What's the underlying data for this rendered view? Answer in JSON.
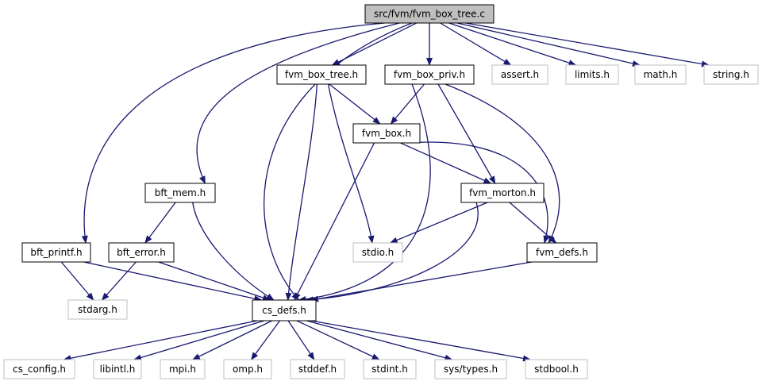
{
  "colors": {
    "edge": "#191970",
    "root_fill": "#bfbfbf",
    "node_border_strong": "#000000",
    "node_border_weak": "#bfbfbf",
    "text": "#000000",
    "background": "#ffffff"
  },
  "nodes": [
    {
      "id": "root",
      "label": "src/fvm/fvm_box_tree.c",
      "kind": "root"
    },
    {
      "id": "fvm_box_tree_h",
      "label": "fvm_box_tree.h",
      "kind": "internal"
    },
    {
      "id": "fvm_box_priv_h",
      "label": "fvm_box_priv.h",
      "kind": "internal"
    },
    {
      "id": "assert_h",
      "label": "assert.h",
      "kind": "external"
    },
    {
      "id": "limits_h",
      "label": "limits.h",
      "kind": "external"
    },
    {
      "id": "math_h",
      "label": "math.h",
      "kind": "external"
    },
    {
      "id": "string_h",
      "label": "string.h",
      "kind": "external"
    },
    {
      "id": "fvm_box_h",
      "label": "fvm_box.h",
      "kind": "internal"
    },
    {
      "id": "bft_mem_h",
      "label": "bft_mem.h",
      "kind": "internal"
    },
    {
      "id": "fvm_morton_h",
      "label": "fvm_morton.h",
      "kind": "internal"
    },
    {
      "id": "bft_printf_h",
      "label": "bft_printf.h",
      "kind": "internal"
    },
    {
      "id": "bft_error_h",
      "label": "bft_error.h",
      "kind": "internal"
    },
    {
      "id": "stdio_h",
      "label": "stdio.h",
      "kind": "external"
    },
    {
      "id": "fvm_defs_h",
      "label": "fvm_defs.h",
      "kind": "internal"
    },
    {
      "id": "stdarg_h",
      "label": "stdarg.h",
      "kind": "external"
    },
    {
      "id": "cs_defs_h",
      "label": "cs_defs.h",
      "kind": "internal"
    },
    {
      "id": "cs_config_h",
      "label": "cs_config.h",
      "kind": "external"
    },
    {
      "id": "libintl_h",
      "label": "libintl.h",
      "kind": "external"
    },
    {
      "id": "mpi_h",
      "label": "mpi.h",
      "kind": "external"
    },
    {
      "id": "omp_h",
      "label": "omp.h",
      "kind": "external"
    },
    {
      "id": "stddef_h",
      "label": "stddef.h",
      "kind": "external"
    },
    {
      "id": "stdint_h",
      "label": "stdint.h",
      "kind": "external"
    },
    {
      "id": "sys_types_h",
      "label": "sys/types.h",
      "kind": "external"
    },
    {
      "id": "stdbool_h",
      "label": "stdbool.h",
      "kind": "external"
    }
  ],
  "edges": [
    {
      "from": "root",
      "to": "fvm_box_tree_h"
    },
    {
      "from": "root",
      "to": "fvm_box_priv_h"
    },
    {
      "from": "root",
      "to": "assert_h"
    },
    {
      "from": "root",
      "to": "limits_h"
    },
    {
      "from": "root",
      "to": "math_h"
    },
    {
      "from": "root",
      "to": "string_h"
    },
    {
      "from": "root",
      "to": "bft_mem_h"
    },
    {
      "from": "root",
      "to": "bft_printf_h"
    },
    {
      "from": "root",
      "to": "cs_defs_h"
    },
    {
      "from": "fvm_box_tree_h",
      "to": "fvm_box_h"
    },
    {
      "from": "fvm_box_tree_h",
      "to": "stdio_h"
    },
    {
      "from": "fvm_box_tree_h",
      "to": "cs_defs_h"
    },
    {
      "from": "fvm_box_priv_h",
      "to": "fvm_box_h"
    },
    {
      "from": "fvm_box_priv_h",
      "to": "fvm_morton_h"
    },
    {
      "from": "fvm_box_priv_h",
      "to": "fvm_defs_h"
    },
    {
      "from": "fvm_box_priv_h",
      "to": "cs_defs_h"
    },
    {
      "from": "fvm_box_h",
      "to": "fvm_morton_h"
    },
    {
      "from": "fvm_box_h",
      "to": "fvm_defs_h"
    },
    {
      "from": "fvm_box_h",
      "to": "cs_defs_h"
    },
    {
      "from": "fvm_morton_h",
      "to": "stdio_h"
    },
    {
      "from": "fvm_morton_h",
      "to": "fvm_defs_h"
    },
    {
      "from": "fvm_morton_h",
      "to": "cs_defs_h"
    },
    {
      "from": "bft_mem_h",
      "to": "bft_error_h"
    },
    {
      "from": "bft_mem_h",
      "to": "cs_defs_h"
    },
    {
      "from": "bft_printf_h",
      "to": "stdarg_h"
    },
    {
      "from": "bft_printf_h",
      "to": "cs_defs_h"
    },
    {
      "from": "bft_error_h",
      "to": "stdarg_h"
    },
    {
      "from": "bft_error_h",
      "to": "cs_defs_h"
    },
    {
      "from": "fvm_defs_h",
      "to": "cs_defs_h"
    },
    {
      "from": "cs_defs_h",
      "to": "cs_config_h"
    },
    {
      "from": "cs_defs_h",
      "to": "libintl_h"
    },
    {
      "from": "cs_defs_h",
      "to": "mpi_h"
    },
    {
      "from": "cs_defs_h",
      "to": "omp_h"
    },
    {
      "from": "cs_defs_h",
      "to": "stddef_h"
    },
    {
      "from": "cs_defs_h",
      "to": "stdint_h"
    },
    {
      "from": "cs_defs_h",
      "to": "sys_types_h"
    },
    {
      "from": "cs_defs_h",
      "to": "stdbool_h"
    }
  ]
}
